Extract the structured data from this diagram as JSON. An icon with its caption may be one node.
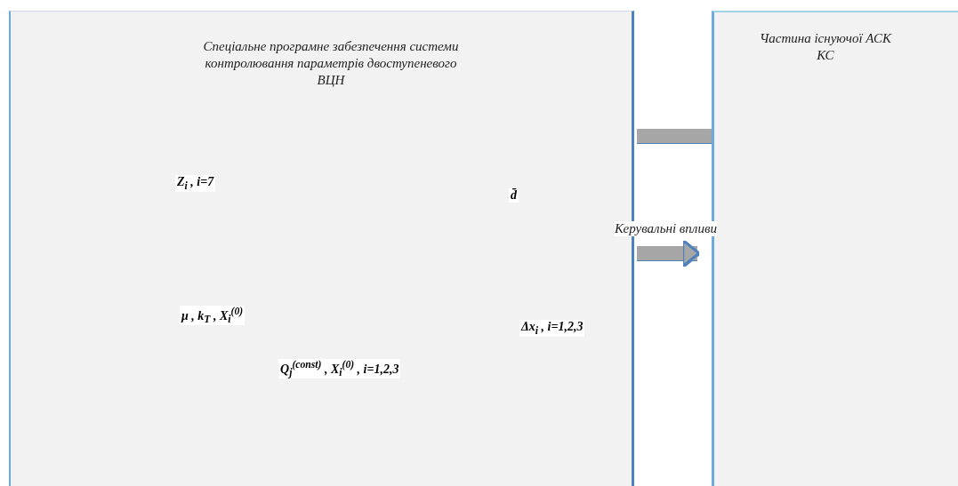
{
  "diagram": {
    "nodes": [
      {
        "text": [
          "Спеціальне програмне забезпечення системи контролювання параметрів двоступеневого ВЦН"
        ]
      },
      {
        "text": [
          "Частина існуючої АСК КС"
        ]
      }
    ],
    "edges": [
      {
        "from": 1,
        "to": 0,
        "arrow": "none"
      },
      {
        "from": 0,
        "to": 1,
        "arrow": "to",
        "label": "Керувальні впливи"
      }
    ],
    "labels": [
      "**Z**$_{i}$ , i=7",
      "d̄",
      "μ , k$_{T}$ , X$_{i}$$^{(0)}$",
      "Δx$_{i}$ , i=1,2,3",
      "Q$_{j}$$^{(const)}$ , X$_{i}$$^{(0)}$ , i=1,2,3"
    ]
  }
}
